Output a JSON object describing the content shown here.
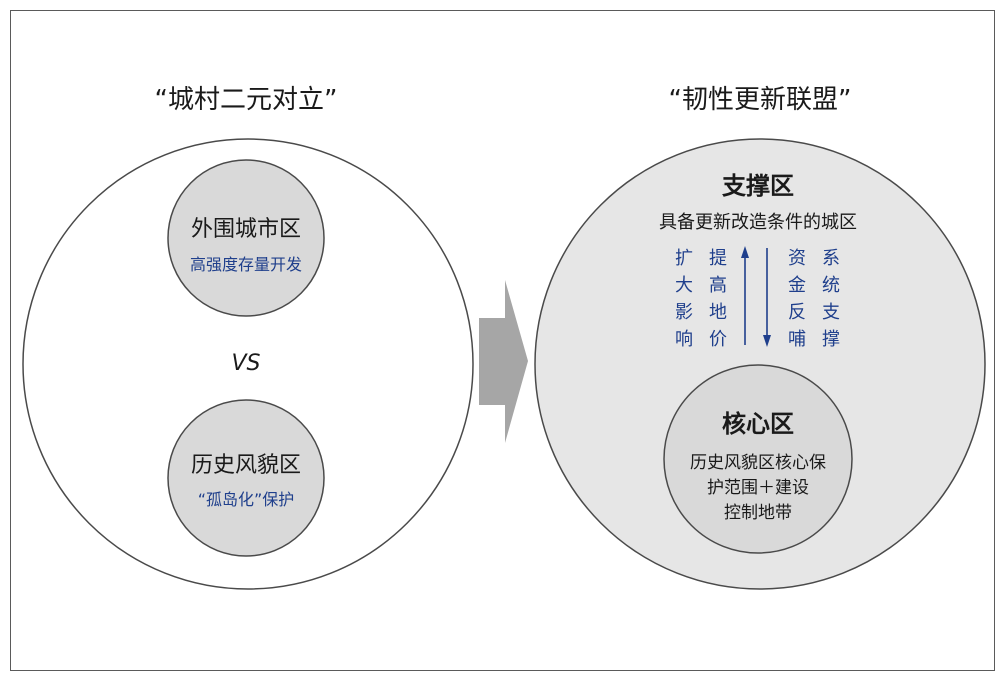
{
  "left_panel": {
    "title": "“城村二元对立”",
    "vs_label": "VS",
    "upper_node": {
      "title": "外围城市区",
      "subtitle": "高强度存量开发"
    },
    "lower_node": {
      "title": "历史风貌区",
      "subtitle": "“孤岛化”保护"
    }
  },
  "right_panel": {
    "title": "“韧性更新联盟”",
    "support_zone": {
      "title": "支撑区",
      "subtitle": "具备更新改造条件的城区"
    },
    "flows": {
      "col1": [
        "扩",
        "大",
        "影",
        "响"
      ],
      "col2": [
        "提",
        "高",
        "地",
        "价"
      ],
      "col3": [
        "资",
        "金",
        "反",
        "哺"
      ],
      "col4": [
        "系",
        "统",
        "支",
        "撑"
      ]
    },
    "core_zone": {
      "title": "核心区",
      "lines": [
        "历史风貌区核心保",
        "护范围＋建设",
        "控制地带"
      ]
    }
  },
  "colors": {
    "outer_circle_fill": "#ffffff",
    "big_right_circle_fill": "#e6e6e6",
    "inner_circle_fill": "#d9d9d9",
    "stroke": "#4a4a4a",
    "blue_text": "#1f3f8c",
    "arrow_fill": "#a6a6a6",
    "title_text": "#1a1a1a"
  }
}
